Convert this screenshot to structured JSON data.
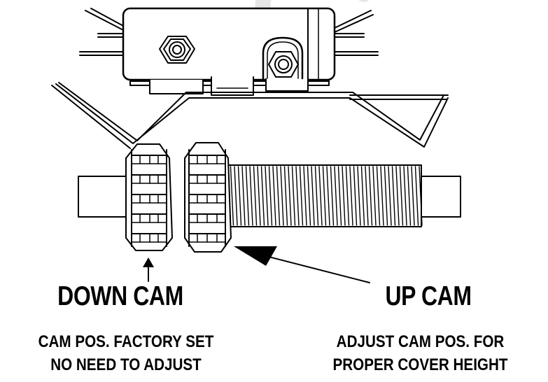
{
  "labels": {
    "down_cam": {
      "title": "DOWN CAM",
      "note_line1": "CAM POS. FACTORY SET",
      "note_line2": "NO NEED TO ADJUST"
    },
    "up_cam": {
      "title": "UP CAM",
      "note_line1": "ADJUST CAM POS. FOR",
      "note_line2": "PROPER COVER HEIGHT"
    }
  },
  "colors": {
    "ink": "#000000",
    "paper": "#ffffff",
    "watermark": "#e6e6e6"
  },
  "icons": [
    "hex-nut-icon",
    "arrow-up-icon",
    "arrow-pointer-icon"
  ]
}
